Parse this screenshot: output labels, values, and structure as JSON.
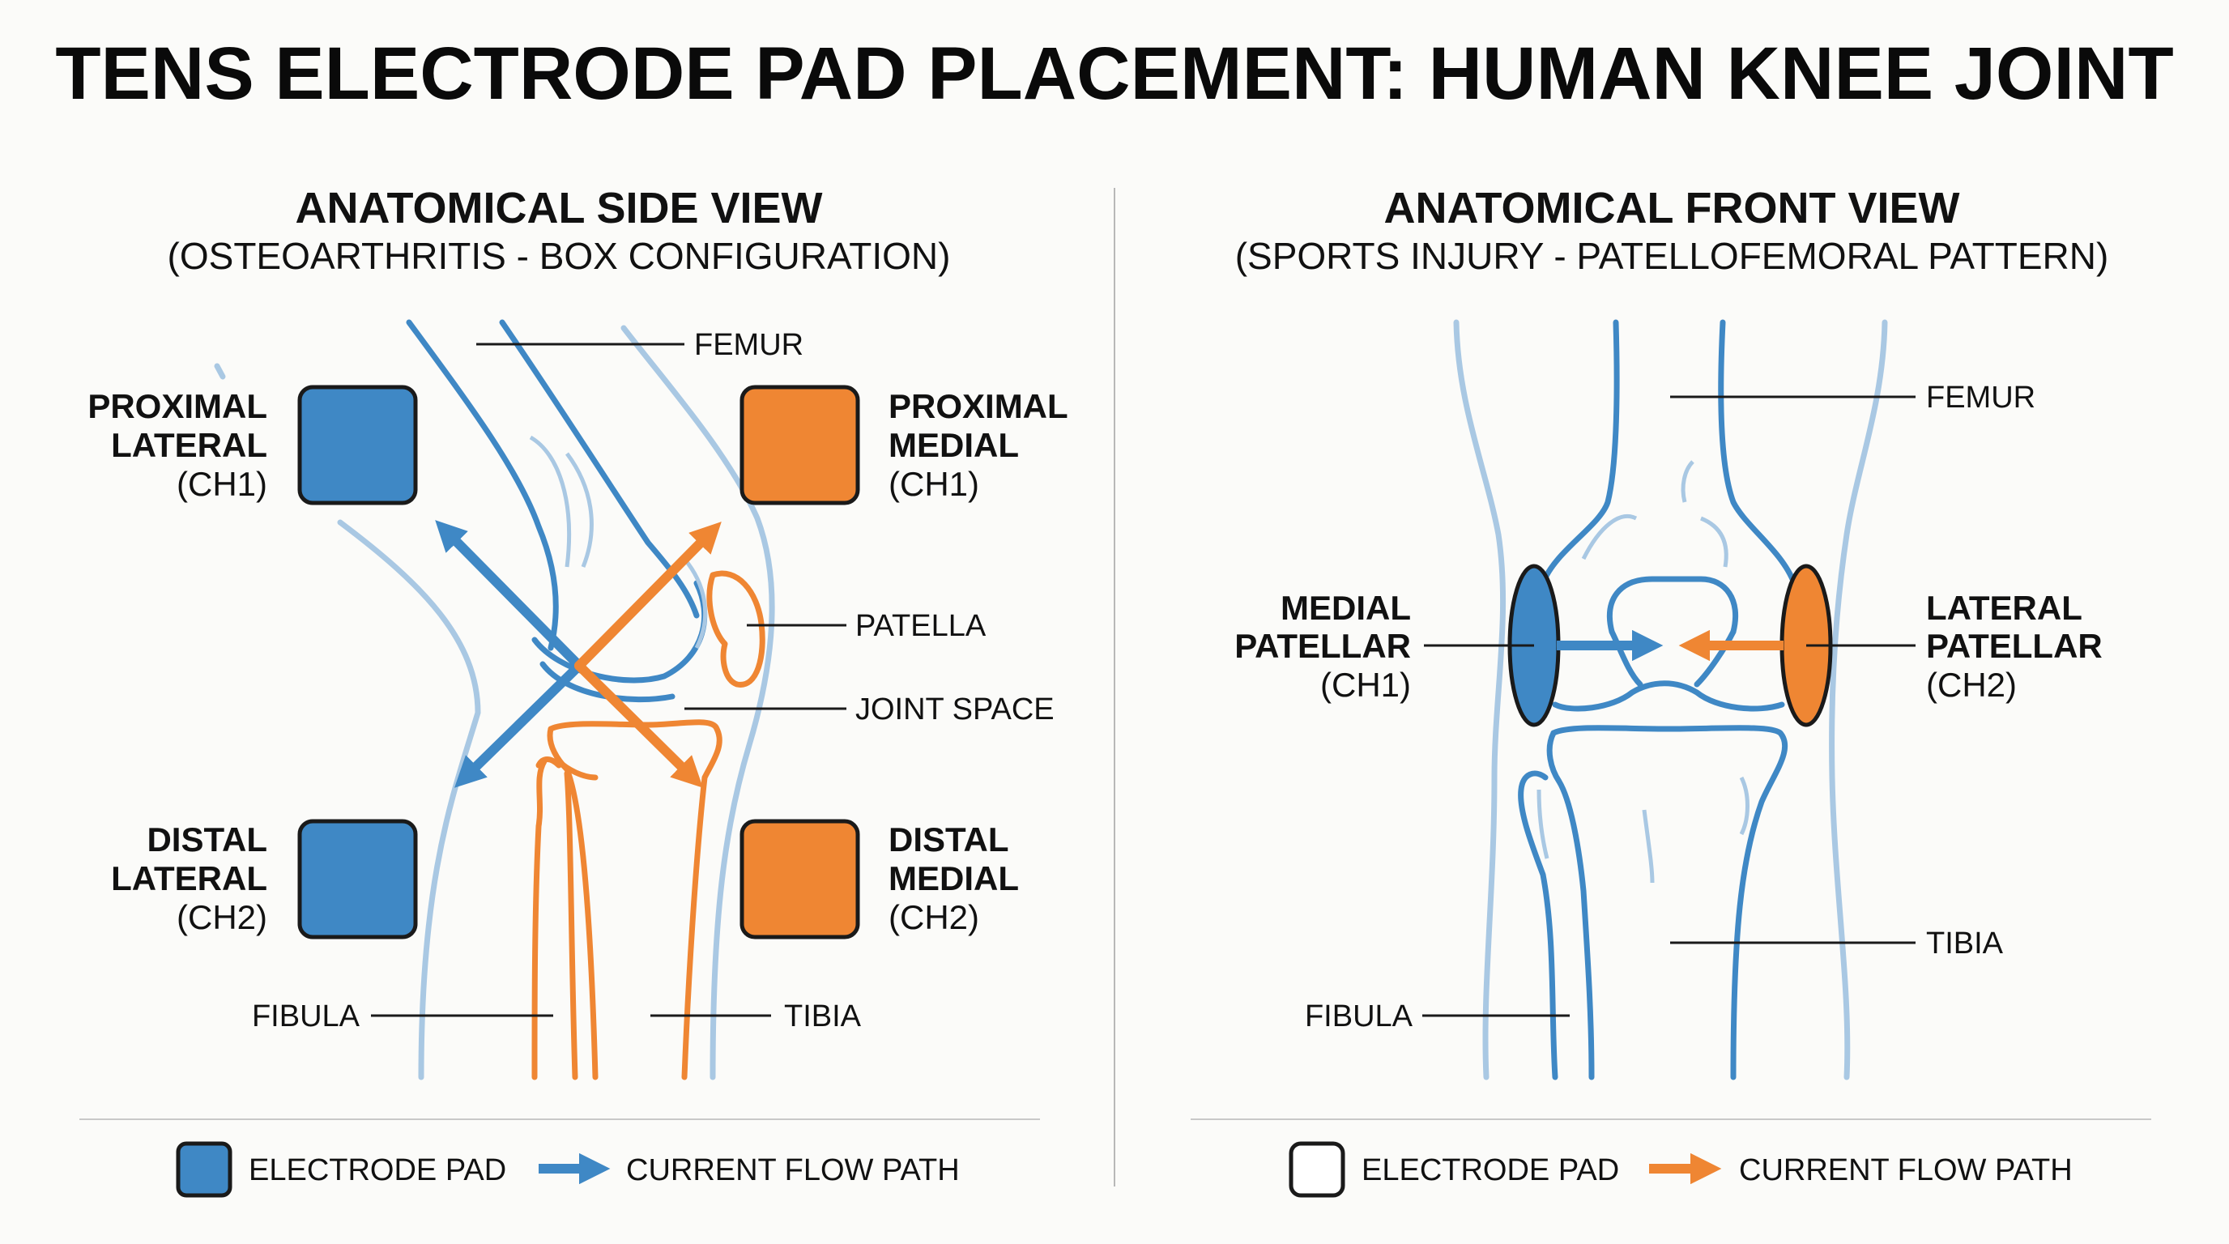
{
  "title": "TENS ELECTRODE PAD PLACEMENT: HUMAN KNEE JOINT",
  "colors": {
    "blue": "#3f88c5",
    "blue_light": "#a9c8e3",
    "orange": "#ef8633",
    "outline": "#1a1a1a"
  },
  "left_panel": {
    "heading": "ANATOMICAL SIDE VIEW",
    "subheading": "(OSTEOARTHRITIS - BOX CONFIGURATION)",
    "labels": {
      "femur": "FEMUR",
      "patella": "PATELLA",
      "joint_space": "JOINT SPACE",
      "fibula": "FIBULA",
      "tibia": "TIBIA"
    },
    "pads": [
      {
        "line1": "PROXIMAL",
        "line2": "LATERAL",
        "channel": "(CH1)",
        "color": "blue"
      },
      {
        "line1": "PROXIMAL",
        "line2": "MEDIAL",
        "channel": "(CH1)",
        "color": "orange"
      },
      {
        "line1": "DISTAL",
        "line2": "LATERAL",
        "channel": "(CH2)",
        "color": "blue"
      },
      {
        "line1": "DISTAL",
        "line2": "MEDIAL",
        "channel": "(CH2)",
        "color": "orange"
      }
    ],
    "legend": {
      "pad_label": "ELECTRODE PAD",
      "flow_label": "CURRENT FLOW PATH",
      "pad_color": "blue",
      "flow_color": "blue"
    }
  },
  "right_panel": {
    "heading": "ANATOMICAL FRONT VIEW",
    "subheading": "(SPORTS INJURY - PATELLOFEMORAL PATTERN)",
    "labels": {
      "femur": "FEMUR",
      "tibia": "TIBIA",
      "fibula": "FIBULA"
    },
    "pads": [
      {
        "line1": "MEDIAL",
        "line2": "PATELLAR",
        "channel": "(CH1)",
        "color": "blue"
      },
      {
        "line1": "LATERAL",
        "line2": "PATELLAR",
        "channel": "(CH2)",
        "color": "orange"
      }
    ],
    "legend": {
      "pad_label": "ELECTRODE PAD",
      "flow_label": "CURRENT FLOW PATH",
      "pad_color": "white",
      "flow_color": "orange"
    }
  }
}
